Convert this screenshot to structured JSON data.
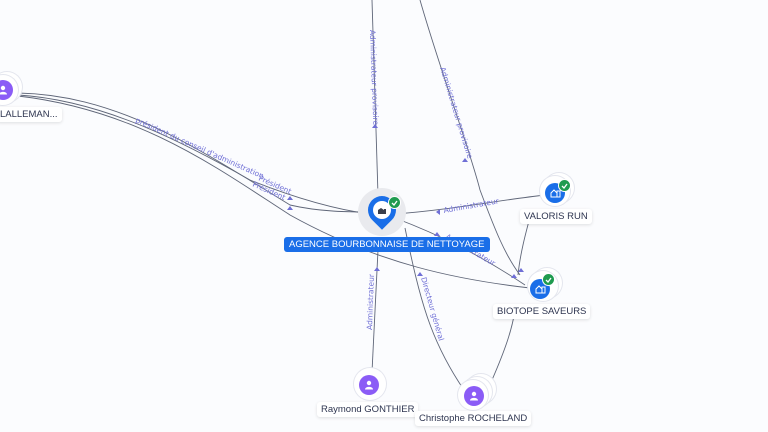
{
  "colors": {
    "background": "#fbfcfe",
    "edge": "#5f6678",
    "edge_label": "#6f6fd6",
    "company": "#1a6ee8",
    "person": "#8b5cf6",
    "verified_badge": "#1f9b4f"
  },
  "central_node": {
    "label": "AGENCE BOURBONNAISE DE NETTOYAGE",
    "icon": "building-icon",
    "verified": true
  },
  "nodes": [
    {
      "id": "lalleman",
      "label": "LALLEMAN...",
      "type": "person",
      "icon": "person-icon"
    },
    {
      "id": "valoris",
      "label": "VALORIS RUN",
      "type": "company",
      "icon": "building-icon",
      "verified": true
    },
    {
      "id": "biotope",
      "label": "BIOTOPE SAVEURS",
      "type": "company",
      "icon": "building-icon",
      "verified": true
    },
    {
      "id": "gonthier",
      "label": "Raymond GONTHIER",
      "type": "person",
      "icon": "person-icon"
    },
    {
      "id": "rocheland",
      "label": "Christophe ROCHELAND",
      "type": "person",
      "icon": "person-icon"
    }
  ],
  "edges": [
    {
      "label": "Administrateur provisoire",
      "from": "top-offscreen-1",
      "to": "central"
    },
    {
      "label": "Administrateur provisoire",
      "from": "top-offscreen-2",
      "to": "biotope"
    },
    {
      "label": "président du conseil d'administration",
      "from": "lalleman",
      "to": "central"
    },
    {
      "label": "Président",
      "from": "lalleman",
      "to": "central"
    },
    {
      "label": "Président",
      "from": "lalleman",
      "to": "biotope"
    },
    {
      "label": "Administrateur",
      "from": "valoris",
      "to": "central"
    },
    {
      "label": "Administrateur",
      "from": "central",
      "to": "biotope"
    },
    {
      "label": "Administrateur",
      "from": "gonthier",
      "to": "central"
    },
    {
      "label": "Directeur général",
      "from": "rocheland",
      "to": "central"
    },
    {
      "label": "Directeur général",
      "from": "rocheland",
      "to": "biotope"
    },
    {
      "label": "Président",
      "from": "valoris",
      "to": "biotope"
    }
  ]
}
